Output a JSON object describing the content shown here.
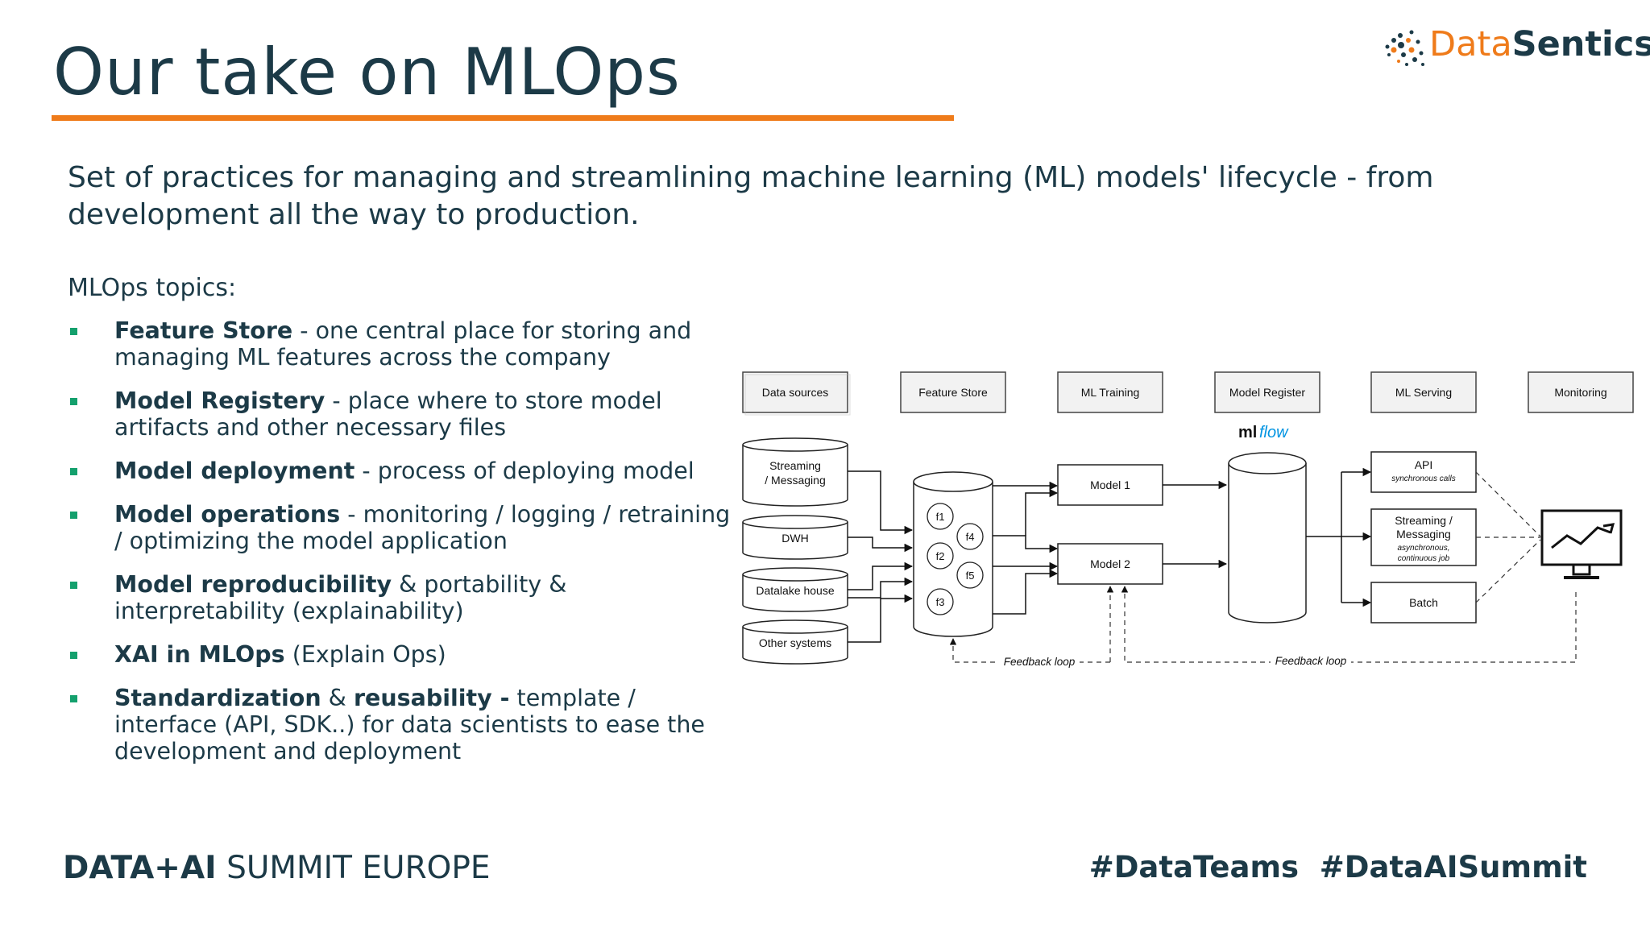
{
  "slide": {
    "title": "Our take on MLOps",
    "intro": "Set of practices for managing and streamlining machine learning (ML) models' lifecycle - from development all the way to production.",
    "topics_label": "MLOps topics:"
  },
  "logo": {
    "part1": "Data",
    "part2": "Sentics",
    "icon": "datasentics-dots-logo-icon"
  },
  "topics": [
    {
      "bold": "Feature Store",
      "rest": " - one central place for storing and managing ML features across the company"
    },
    {
      "bold": "Model Registery",
      "rest": " - place where to store model artifacts and other necessary files"
    },
    {
      "bold": "Model deployment",
      "rest": " - process of deploying model"
    },
    {
      "bold": "Model operations",
      "rest": " - monitoring / logging / retraining / optimizing the model application"
    },
    {
      "bold": "Model reproducibility",
      "rest": " & portability & interpretability (explainability)"
    },
    {
      "bold": "XAI in MLOps",
      "rest": " (Explain Ops)"
    },
    {
      "bold": "Standardization",
      "mid": " & ",
      "bold2": "reusability -",
      "rest": " template / interface (API, SDK..) for data scientists to ease the development and deployment"
    }
  ],
  "diagram": {
    "headers": [
      "Data sources",
      "Feature Store",
      "ML Training",
      "Model Register",
      "ML Serving",
      "Monitoring"
    ],
    "sources": [
      "Streaming",
      "/ Messaging",
      "DWH",
      "Datalake house",
      "Other systems"
    ],
    "features": [
      "f1",
      "f4",
      "f2",
      "f5",
      "f3"
    ],
    "models": [
      "Model 1",
      "Model 2"
    ],
    "mlflow_left": "ml",
    "mlflow_right": "flow",
    "serving": {
      "api": "API",
      "api_sub": "synchronous calls",
      "stream1": "Streaming /",
      "stream2": "Messaging",
      "stream_sub1": "asynchronous,",
      "stream_sub2": "continuous job",
      "batch": "Batch"
    },
    "feedback": [
      "Feedback loop",
      "Feedback loop"
    ],
    "monitor_icon": "monitor-chart-icon"
  },
  "footer": {
    "left_bold": "DATA+AI",
    "left_rest": " SUMMIT EUROPE",
    "right": "#DataTeams  #DataAISummit"
  },
  "colors": {
    "accent_orange": "#ef7b1a",
    "text_navy": "#1c3a47",
    "bullet_green": "#14a06d",
    "mlflow_blue": "#0194e2"
  }
}
